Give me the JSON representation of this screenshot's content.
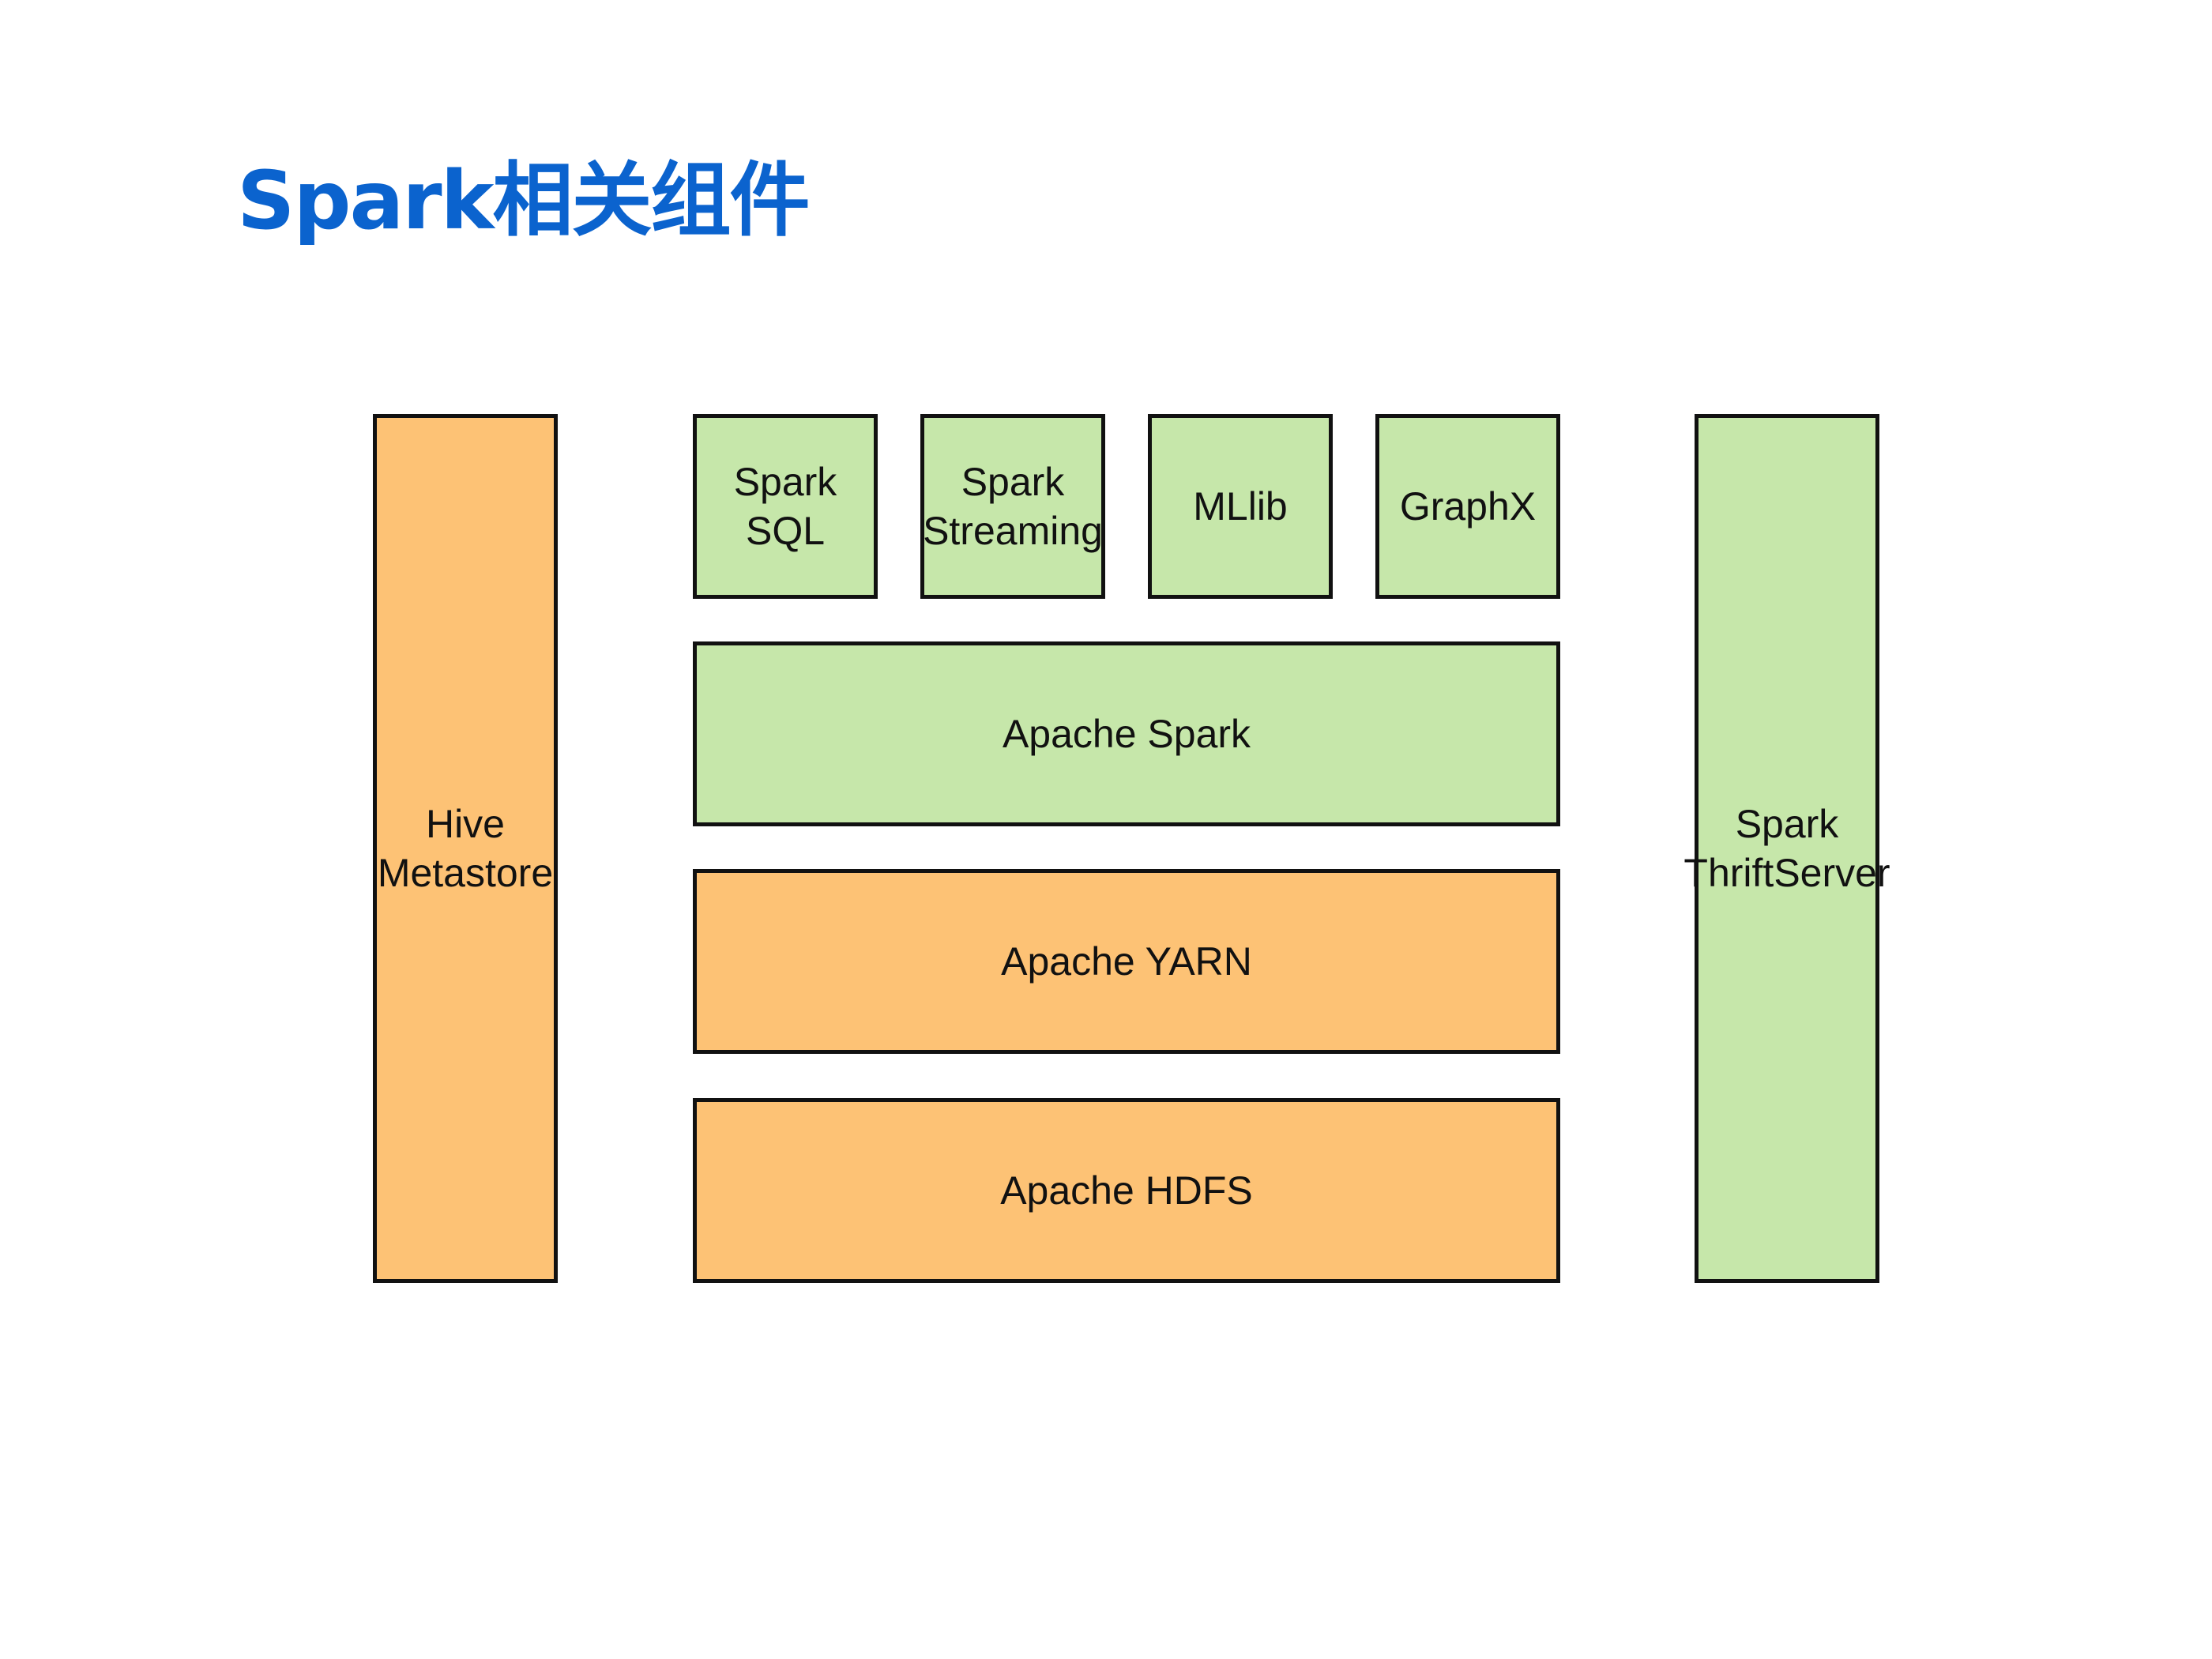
{
  "title": "Spark相关组件",
  "colors": {
    "title": "#0b63ce",
    "green_box": "#c6e7aa",
    "orange_box": "#fdc275",
    "border": "#111111"
  },
  "diagram": {
    "hive_metastore": "Hive\nMetastore",
    "spark_sql": "Spark\nSQL",
    "spark_streaming": "Spark\nStreaming",
    "mllib": "MLlib",
    "graphx": "GraphX",
    "apache_spark": "Apache Spark",
    "apache_yarn": "Apache YARN",
    "apache_hdfs": "Apache HDFS",
    "spark_thriftserver": "Spark\nThriftServer"
  }
}
